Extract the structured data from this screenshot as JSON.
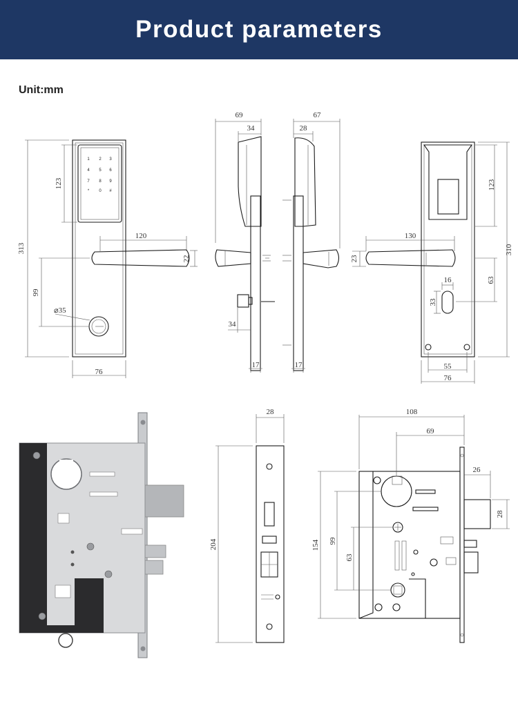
{
  "header": {
    "title": "Product parameters",
    "background": "#1e3764"
  },
  "unit_label": "Unit:mm",
  "keypad_keys": [
    "1",
    "2",
    "3",
    "4",
    "5",
    "6",
    "7",
    "8",
    "9",
    "*",
    "0",
    "#"
  ],
  "front_view": {
    "height": "313",
    "keypad_height": "123",
    "handle_length": "120",
    "handle_height": "22",
    "handle_to_cylinder": "99",
    "cylinder_diameter": "⌀35",
    "width": "76"
  },
  "side_view_left": {
    "depth_total": "69",
    "depth_top": "34",
    "knob_offset": "34",
    "plate_thickness": "17"
  },
  "side_view_right": {
    "depth_total": "67",
    "depth_top": "28",
    "plate_thickness": "17"
  },
  "back_view": {
    "height": "310",
    "battery_height": "123",
    "handle_length": "130",
    "handle_height": "23",
    "slot_width": "16",
    "slot_height": "33",
    "slot_offset": "63",
    "screw_spacing": "55",
    "width": "76"
  },
  "faceplate_view": {
    "width": "28",
    "height": "204"
  },
  "mortise_view": {
    "width_total": "108",
    "backset": "69",
    "latch_projection": "26",
    "latch_height": "28",
    "height": "154",
    "hole_offset_1": "99",
    "hole_offset_2": "63"
  }
}
